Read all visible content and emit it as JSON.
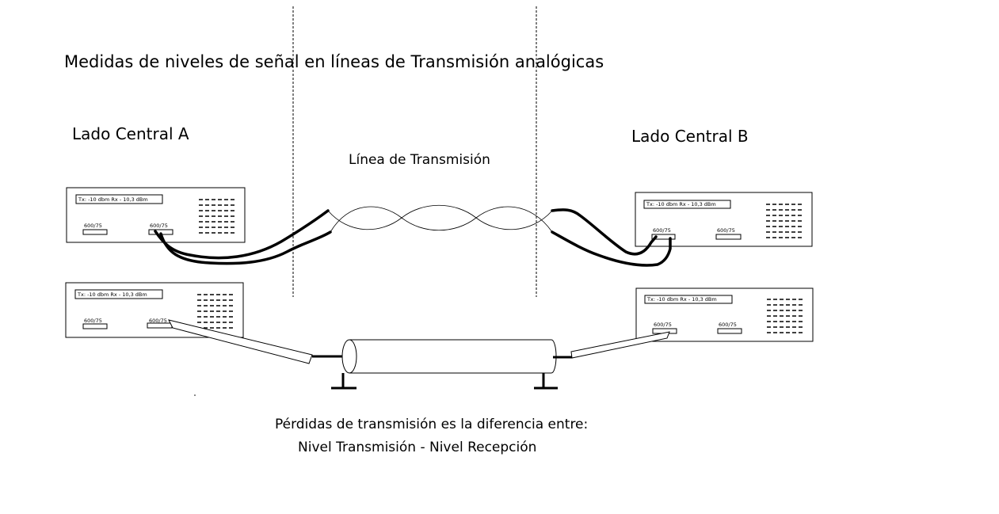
{
  "title": "Medidas de niveles de señal en líneas de Transmisión analógicas",
  "side_a_label": "Lado Central A",
  "side_b_label": "Lado Central B",
  "line_label": "Línea de Transmisión",
  "equipment": {
    "display": "Tx: -10 dbm    Rx - 10,3 dBm",
    "port_left": "600/75",
    "port_right": "600/75"
  },
  "footer": {
    "line1": "Pérdidas de transmisión es la diferencia entre:",
    "line2": "Nivel Transmisión - Nivel Recepción"
  }
}
